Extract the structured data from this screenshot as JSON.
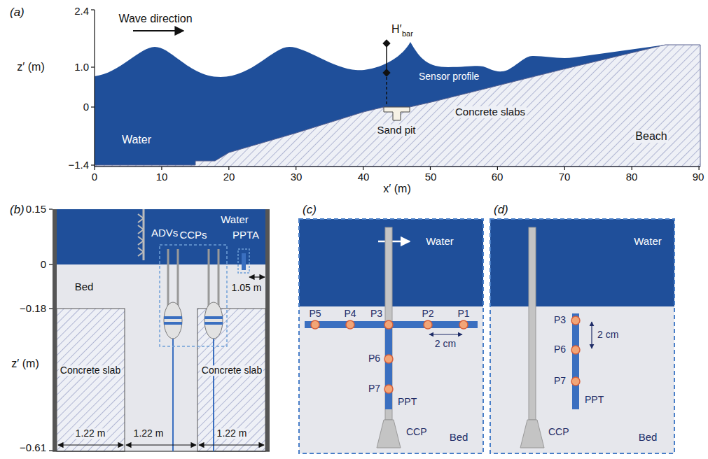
{
  "diagram": {
    "labels": [
      "(a)",
      "2.4",
      "1.0",
      "0",
      "−1.4",
      "z′ (m)",
      "Wave direction",
      "H′",
      "bar",
      "0",
      "10",
      "20",
      "30",
      "40",
      "50",
      "60",
      "70",
      "80",
      "90",
      "x′ (m)",
      "Sensor profile",
      "Sand pit",
      "Concrete slabs",
      "Water",
      "Beach",
      "(b)",
      "0.15",
      "0",
      "−0.18",
      "−0.61",
      "z′ (m)",
      "Water",
      "ADVs",
      "CCPs",
      "PPTA",
      "1.05 m",
      "Bed",
      "Concrete slab",
      "Concrete slab",
      "1.22 m",
      "1.22 m",
      "1.22 m",
      "(c)",
      "Water",
      "P5",
      "P4",
      "P3",
      "P2",
      "P1",
      "2 cm",
      "P6",
      "P7",
      "PPT",
      "CCP",
      "Bed",
      "(d)",
      "Water",
      "P3",
      "2 cm",
      "P6",
      "P7",
      "PPT",
      "CCP",
      "Bed"
    ]
  }
}
